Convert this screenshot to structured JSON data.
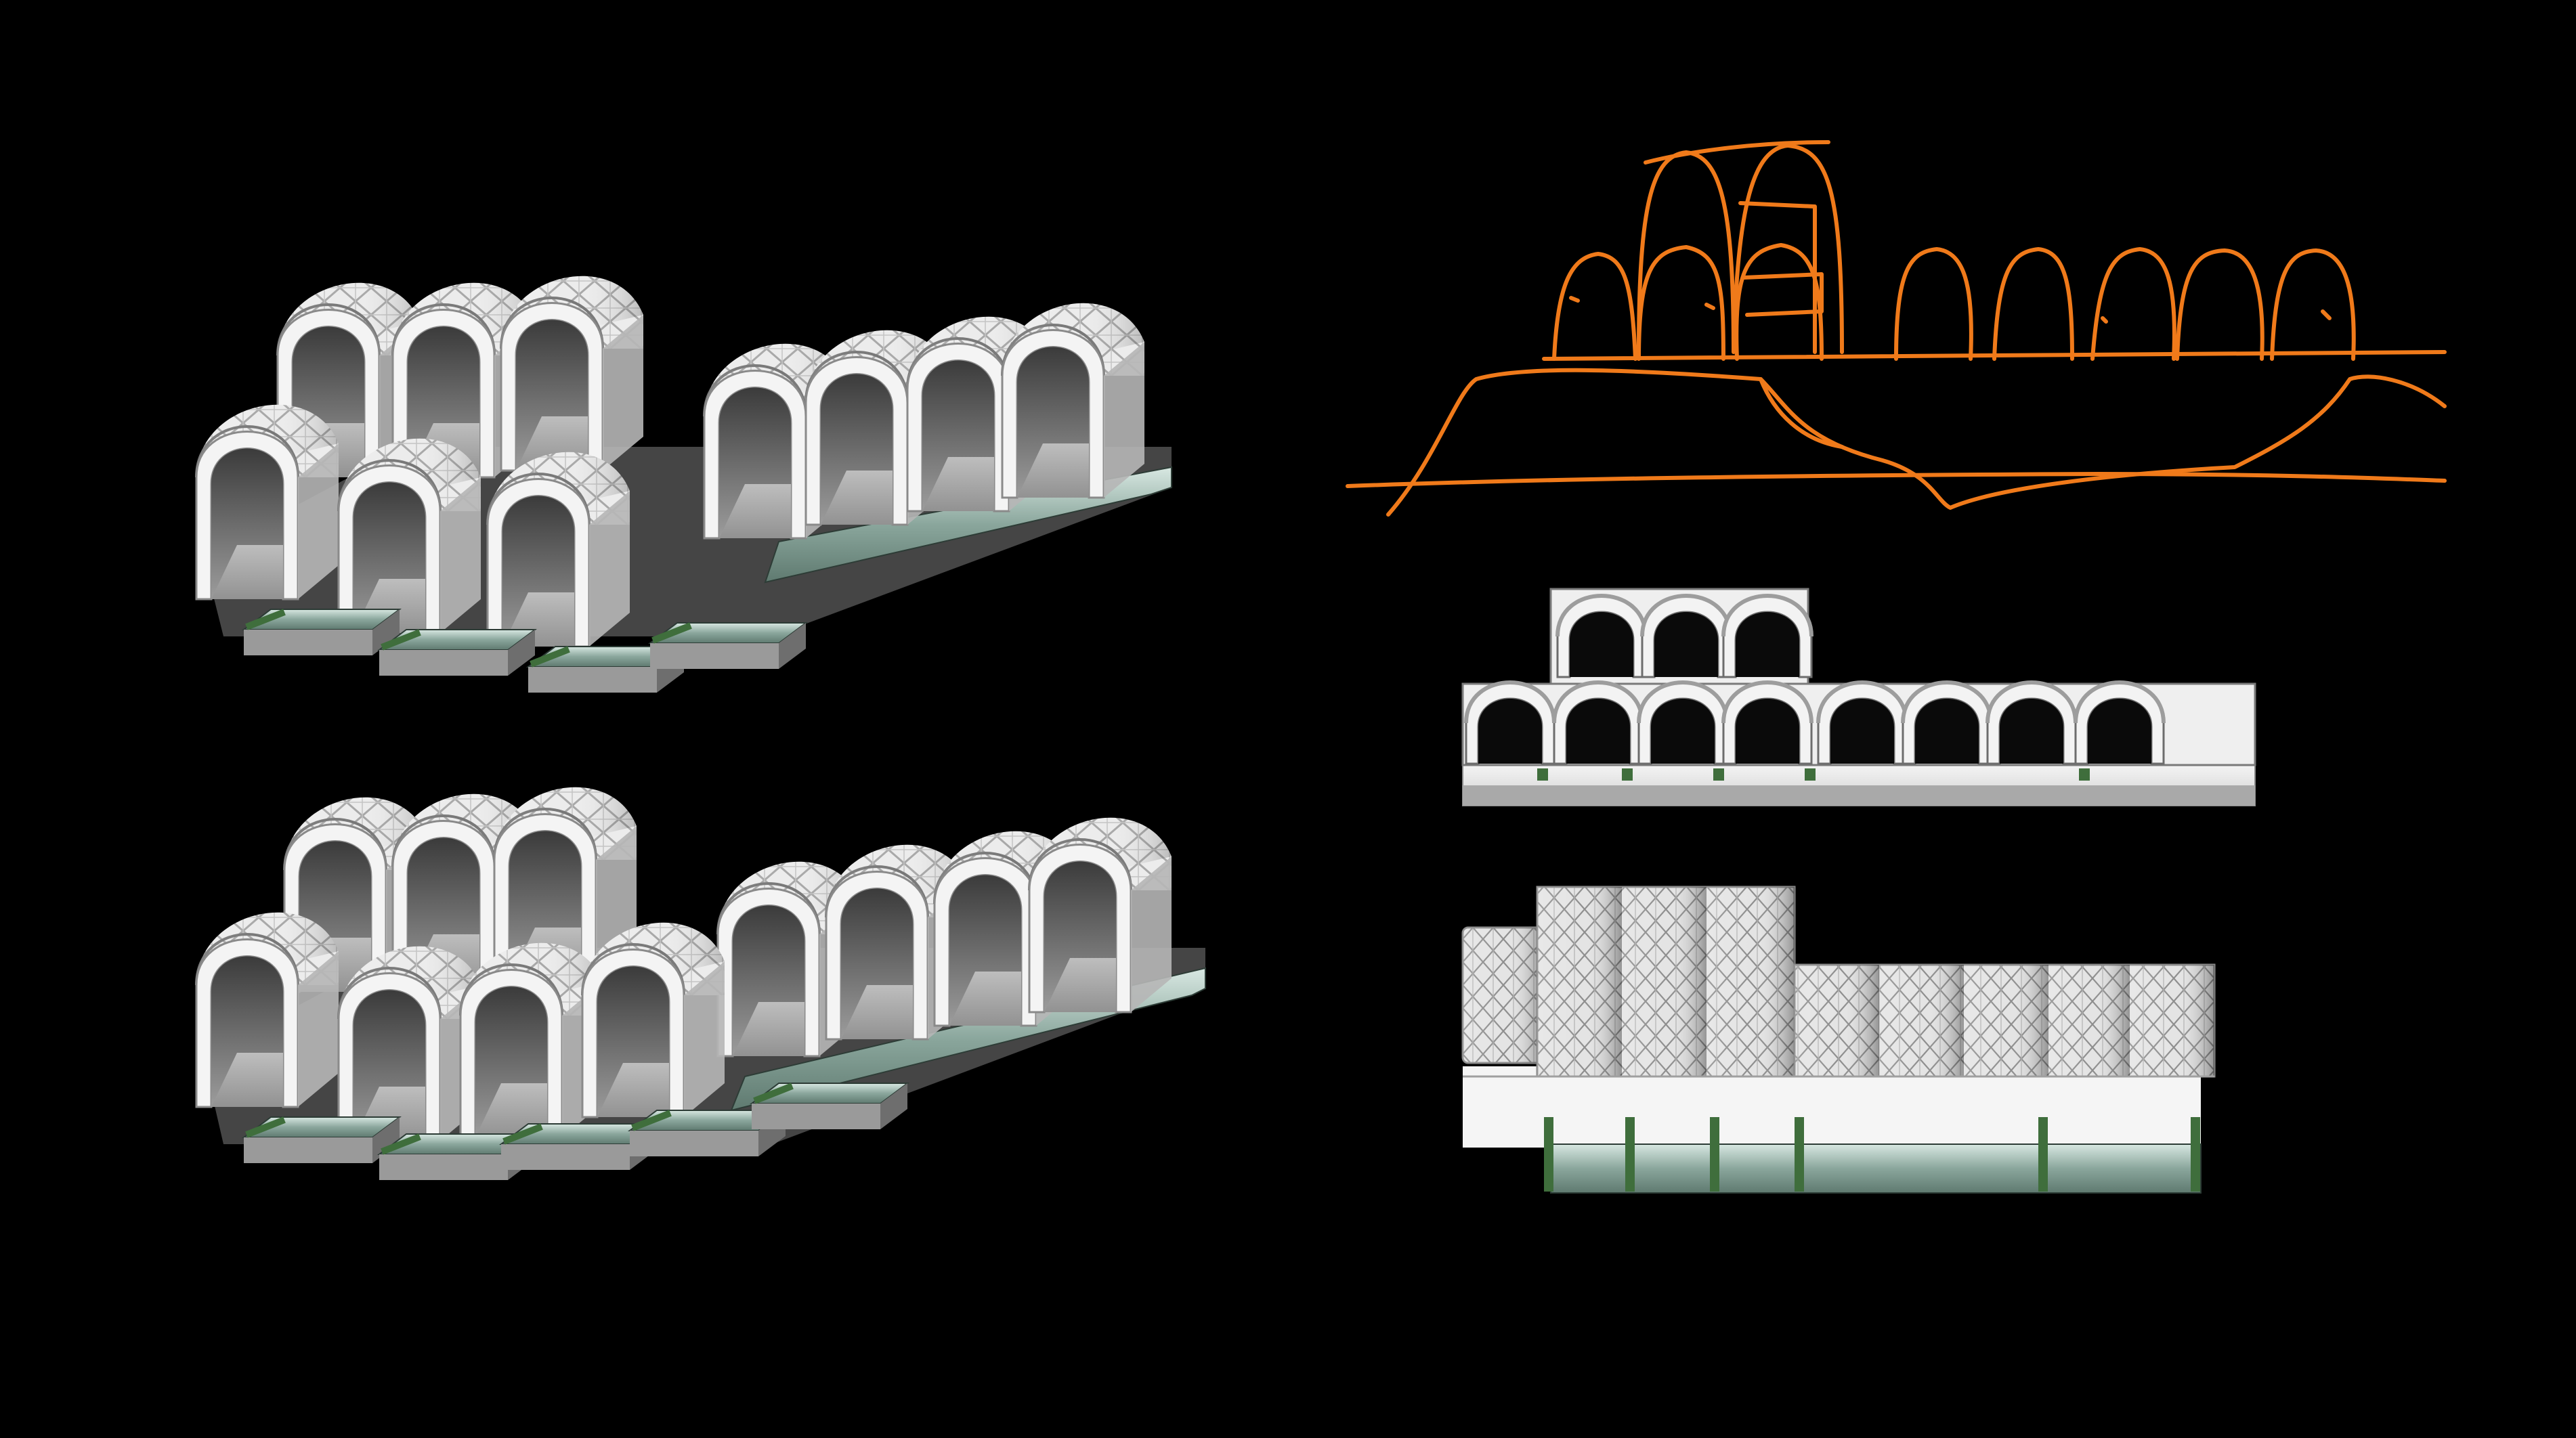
{
  "page": {
    "background": "#000000"
  },
  "colors": {
    "sketch_stroke": "#f07a1a",
    "vault_light": "#f2f2f2",
    "vault_mid": "#d2d2d2",
    "vault_shadow": "#8d8d8d",
    "lattice_line": "#9a9a9a",
    "interior_dark": "#4a4a4a",
    "interior_floor": "#bdbdbd",
    "glass_base": "#6f8c82",
    "glass_light": "#c9ddd6",
    "planting": "#3f6e3c"
  },
  "panels": {
    "axonometric_top": {
      "view": "axonometric",
      "upper_vault_count": 3,
      "lower_front_vault_count": 3,
      "right_wing_vault_count": 4
    },
    "axonometric_bottom": {
      "view": "axonometric",
      "upper_vault_count": 3,
      "lower_front_vault_count": 4,
      "right_wing_vault_count": 4
    },
    "concept_sketch": {
      "view": "hand sketch",
      "upper_arch_count": 2,
      "lower_arch_count": 8
    },
    "section_elevation": {
      "view": "section",
      "upper_arch_count": 3,
      "lower_arch_count": 8
    },
    "facade_elevation": {
      "view": "elevation",
      "tall_bay_count": 3,
      "low_bay_count": 5,
      "left_low_bay_count": 1
    }
  }
}
